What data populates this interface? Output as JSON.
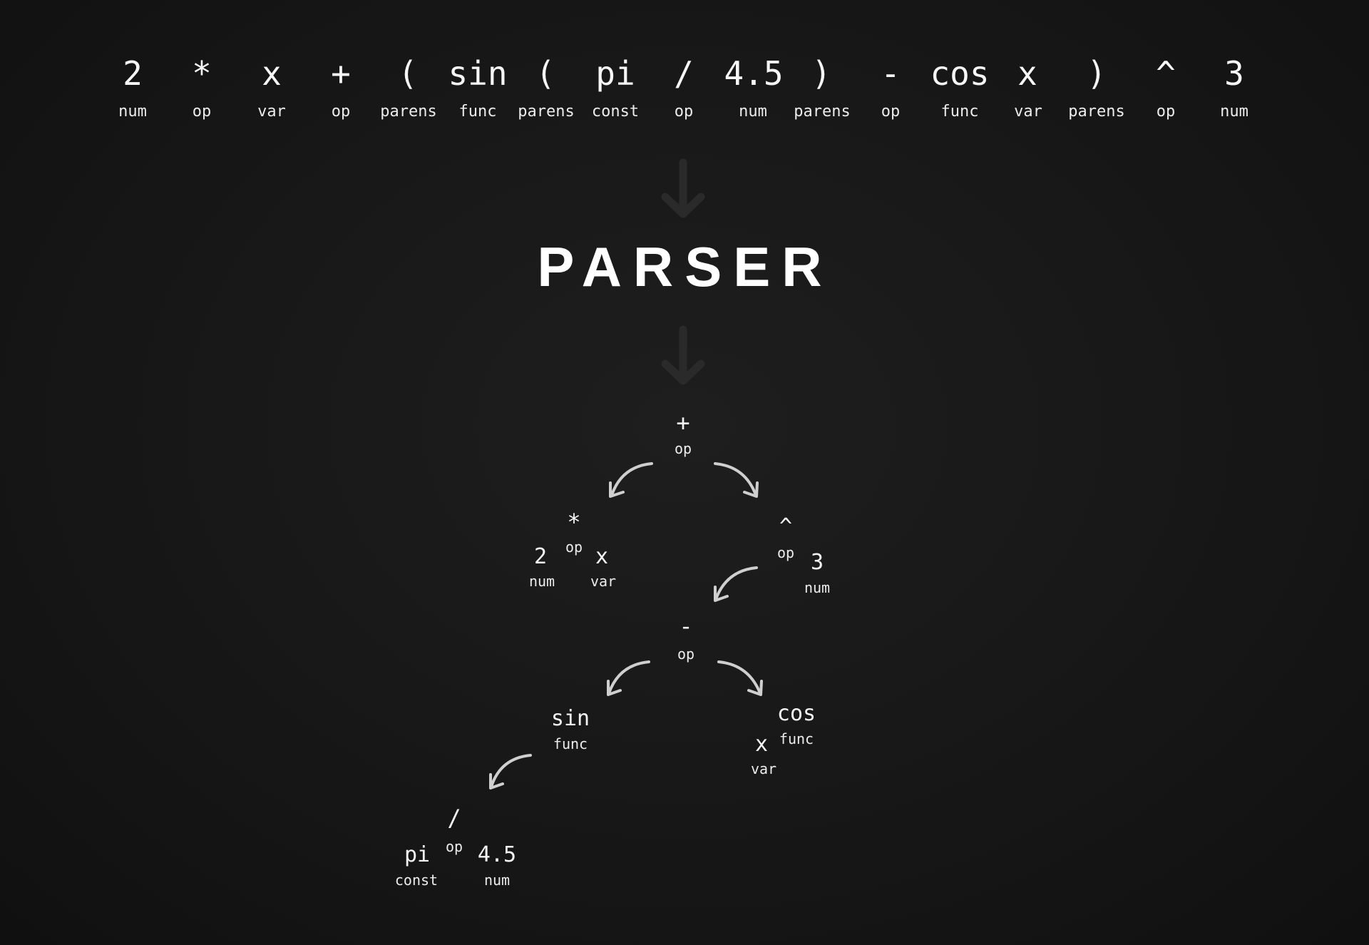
{
  "tokens": [
    {
      "value": "2",
      "type": "num"
    },
    {
      "value": "*",
      "type": "op"
    },
    {
      "value": "x",
      "type": "var"
    },
    {
      "value": "+",
      "type": "op"
    },
    {
      "value": "(",
      "type": "parens"
    },
    {
      "value": "sin",
      "type": "func"
    },
    {
      "value": "(",
      "type": "parens"
    },
    {
      "value": "pi",
      "type": "const"
    },
    {
      "value": "/",
      "type": "op"
    },
    {
      "value": "4.5",
      "type": "num"
    },
    {
      "value": ")",
      "type": "parens"
    },
    {
      "value": "-",
      "type": "op"
    },
    {
      "value": "cos",
      "type": "func"
    },
    {
      "value": "x",
      "type": "var"
    },
    {
      "value": ")",
      "type": "parens"
    },
    {
      "value": "^",
      "type": "op"
    },
    {
      "value": "3",
      "type": "num"
    }
  ],
  "stage": {
    "title": "PARSER"
  },
  "tree": {
    "plus": {
      "value": "+",
      "type": "op"
    },
    "mul": {
      "value": "*",
      "type": "op"
    },
    "mul_left": {
      "value": "2",
      "type": "num"
    },
    "mul_right": {
      "value": "x",
      "type": "var"
    },
    "pow": {
      "value": "^",
      "type": "op"
    },
    "pow_right": {
      "value": "3",
      "type": "num"
    },
    "minus": {
      "value": "-",
      "type": "op"
    },
    "sin": {
      "value": "sin",
      "type": "func"
    },
    "cos": {
      "value": "cos",
      "type": "func"
    },
    "cos_arg": {
      "value": "x",
      "type": "var"
    },
    "div": {
      "value": "/",
      "type": "op"
    },
    "div_left": {
      "value": "pi",
      "type": "const"
    },
    "div_right": {
      "value": "4.5",
      "type": "num"
    }
  },
  "colors": {
    "background": "#161616",
    "text": "#f4f4f4",
    "tree_arrow": "#cfcfcf",
    "flow_arrow": "#2a2a2a"
  }
}
